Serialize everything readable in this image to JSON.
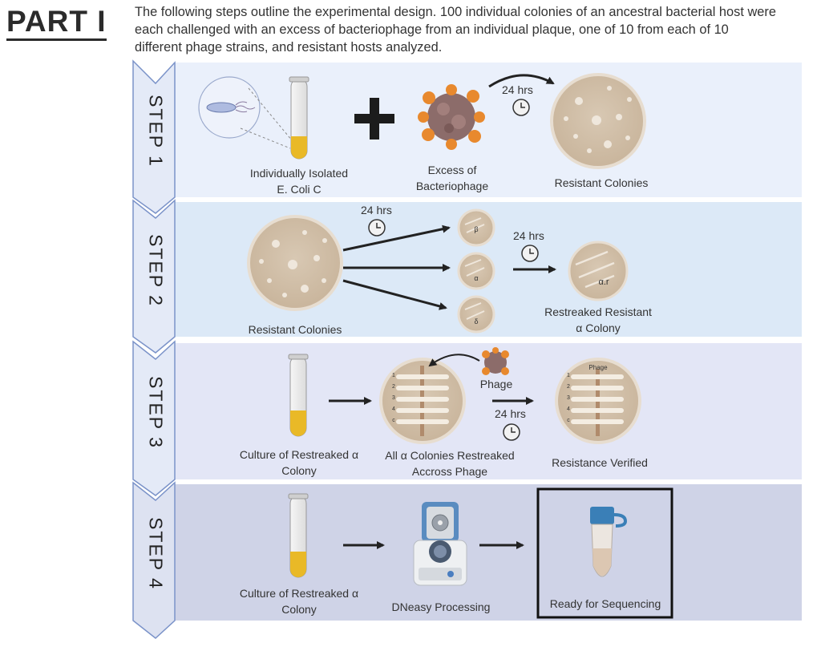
{
  "header": {
    "part_title": "PART I",
    "intro": "The following steps outline the experimental design.  100 individual colonies of an ancestral bacterial host were each challenged with an excess of bacteriophage from an individual plaque, one of 10 from each of 10 different phage strains, and resistant hosts analyzed."
  },
  "colors": {
    "band1": "#eaf0fb",
    "band2": "#dce9f7",
    "band3": "#e3e6f6",
    "band4": "#cfd3e7",
    "chevron_fill": "#e4eaf7",
    "chevron_stroke": "#7b93c9",
    "plate": "#d3c2ad",
    "culture": "#e9b927",
    "phage": "#e8892e"
  },
  "steps": [
    {
      "label": "STEP 1",
      "isolated_line1": "Individually Isolated",
      "isolated_line2": "E. Coli C",
      "excess_line1": "Excess of",
      "excess_line2": "Bacteriophage",
      "time": "24 hrs",
      "resistant": "Resistant Colonies"
    },
    {
      "label": "STEP 2",
      "resistant": "Resistant Colonies",
      "time_a": "24 hrs",
      "time_b": "24 hrs",
      "plate_beta": "β",
      "plate_alpha": "α",
      "plate_delta": "δ",
      "plate_ar": "α.r",
      "restreak_line1": "Restreaked Resistant",
      "restreak_line2": "α Colony"
    },
    {
      "label": "STEP 3",
      "culture_line1": "Culture of Restreaked α",
      "culture_line2": "Colony",
      "phage": "Phage",
      "plate_phage_label": "Phage",
      "time": "24 hrs",
      "all_line1": "All α Colonies Restreaked",
      "all_line2": "Accross Phage",
      "verified": "Resistance Verified",
      "row_labels": [
        "1",
        "2",
        "3",
        "4",
        "c"
      ]
    },
    {
      "label": "STEP 4",
      "culture_line1": "Culture of Restreaked α",
      "culture_line2": "Colony",
      "dneasy": "DNeasy Processing",
      "ready": "Ready for Sequencing"
    }
  ]
}
